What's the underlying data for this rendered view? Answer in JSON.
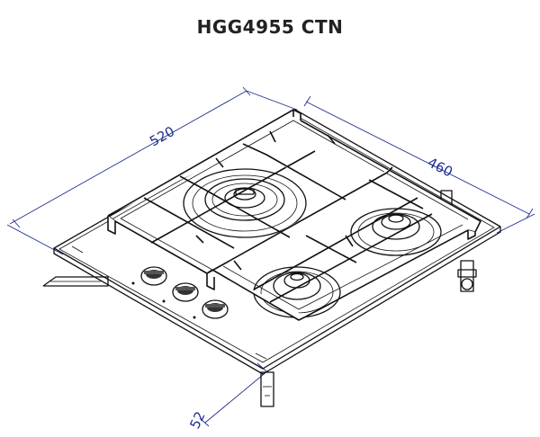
{
  "title": "HGG4955 CTN",
  "dimensions": {
    "width": "520",
    "depth": "460",
    "height": "52"
  },
  "icons": [
    "burner-large",
    "burner-medium",
    "burner-small",
    "control-knob",
    "gas-inlet-fitting"
  ]
}
